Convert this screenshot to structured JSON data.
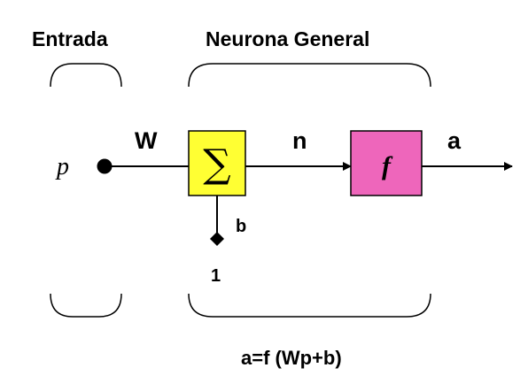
{
  "header": {
    "input_label": "Entrada",
    "neuron_label": "Neurona General"
  },
  "input": {
    "variable": "p",
    "weight": "W"
  },
  "summation": {
    "symbol": "∑",
    "color": "#ffff33"
  },
  "net_input": "n",
  "transfer": {
    "symbol": "f",
    "color": "#ee66bb"
  },
  "output": "a",
  "bias": {
    "label": "b",
    "constant": "1"
  },
  "formula": "a=f (Wp+b)"
}
